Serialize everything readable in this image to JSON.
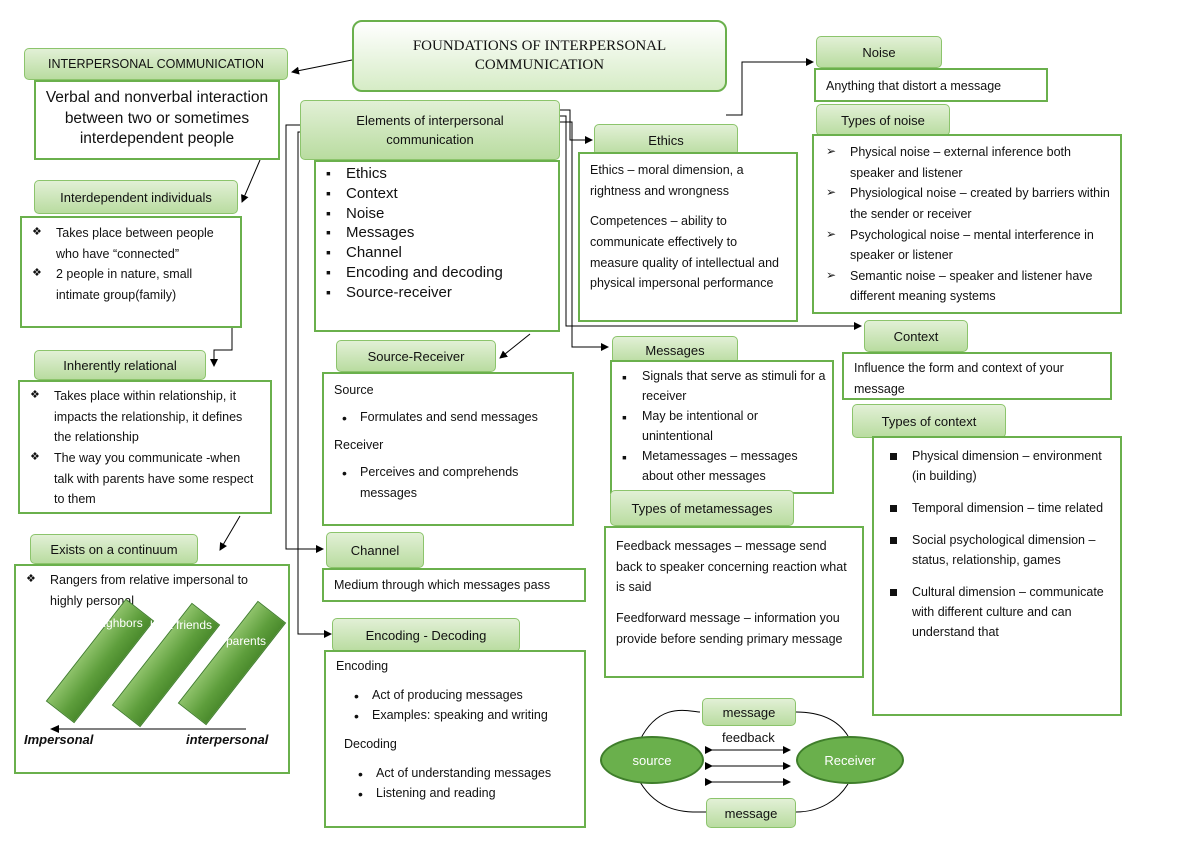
{
  "title": "FOUNDATIONS OF INTERPERSONAL COMMUNICATION",
  "interpersonal": {
    "header": "INTERPERSONAL COMMUNICATION",
    "definition": "Verbal and nonverbal interaction between two or sometimes interdependent people"
  },
  "interdependent": {
    "header": "Interdependent individuals",
    "items": [
      "Takes place between people who have “connected”",
      "2 people in nature, small intimate group(family)"
    ]
  },
  "relational": {
    "header": "Inherently relational",
    "items": [
      "Takes place within relationship, it impacts the relationship, it defines the relationship",
      "The way you communicate -when talk with parents have some respect to them"
    ]
  },
  "continuum": {
    "header": "Exists on a continuum",
    "items": [
      "Rangers from relative impersonal to highly personal"
    ],
    "bars": [
      "neighbors",
      "best friends",
      "parents"
    ],
    "left_label": "Impersonal",
    "right_label": "interpersonal"
  },
  "elements": {
    "header": "Elements of interpersonal communication",
    "items": [
      "Ethics",
      "Context",
      "Noise",
      "Messages",
      "Channel",
      "Encoding and decoding",
      "Source-receiver"
    ]
  },
  "source_receiver": {
    "header": "Source-Receiver",
    "source_label": "Source",
    "source_item": "Formulates and send messages",
    "receiver_label": "Receiver",
    "receiver_item": "Perceives and comprehends messages"
  },
  "channel": {
    "header": "Channel",
    "text": "Medium through which messages pass"
  },
  "encoding": {
    "header": "Encoding - Decoding",
    "encoding_label": "Encoding",
    "encoding_items": [
      "Act of producing messages",
      "Examples: speaking and writing"
    ],
    "decoding_label": "Decoding",
    "decoding_items": [
      "Act of understanding messages",
      "Listening and reading"
    ]
  },
  "ethics": {
    "header": "Ethics",
    "text1": "Ethics – moral dimension, a rightness and wrongness",
    "text2": "Competences – ability to communicate effectively to measure quality of intellectual and physical impersonal performance"
  },
  "messages": {
    "header": "Messages",
    "items": [
      "Signals that serve as stimuli for a receiver",
      "May be intentional or unintentional",
      "Metamessages – messages about other messages"
    ]
  },
  "metamessages": {
    "header": "Types of metamessages",
    "text1": "Feedback messages – message send back to speaker concerning reaction what is said",
    "text2": "Feedforward message – information you provide before sending primary message"
  },
  "noise": {
    "header": "Noise",
    "text": "Anything that distort a message"
  },
  "types_noise": {
    "header": "Types of noise",
    "items": [
      "Physical noise – external inference both speaker and listener",
      "Physiological noise – created by barriers within the sender or receiver",
      "Psychological noise – mental interference in speaker or listener",
      "Semantic noise – speaker and listener have different meaning systems"
    ]
  },
  "context": {
    "header": "Context",
    "text": "Influence the form and context of your message"
  },
  "types_context": {
    "header": "Types of context",
    "items": [
      "Physical dimension – environment (in building)",
      "Temporal dimension – time related",
      "Social psychological dimension – status, relationship, games",
      "Cultural dimension – communicate with different culture and can understand that"
    ]
  },
  "model": {
    "source": "source",
    "receiver": "Receiver",
    "message_top": "message",
    "message_bottom": "message",
    "feedback": "feedback"
  }
}
